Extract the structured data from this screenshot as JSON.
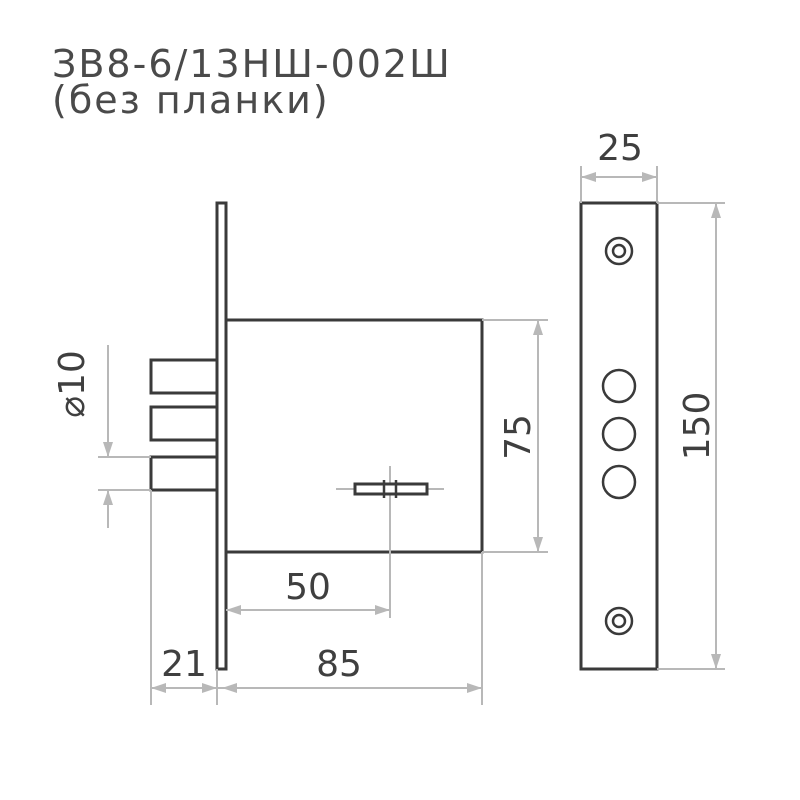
{
  "title": {
    "model": "ЗВ8-6/13НШ-002Ш",
    "note": "(без планки)"
  },
  "dimensions": {
    "body_width": "85",
    "backset": "50",
    "faceplate_offset": "21",
    "body_height": "75",
    "bolt_diameter": "⌀10",
    "strike_width": "25",
    "strike_height": "150"
  },
  "colors": {
    "outline": "#3a3a3a",
    "dimension": "#b8b8b8",
    "text": "#3f3f3f"
  }
}
